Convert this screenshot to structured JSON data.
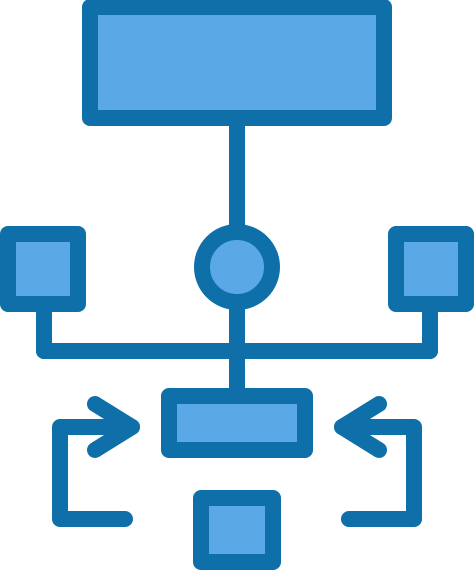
{
  "icon": {
    "name": "workflow-diagram-icon",
    "colors": {
      "stroke": "#0E6FA9",
      "fill": "#5AA9E6",
      "background": "#FFFFFF"
    },
    "parts": [
      "top-box",
      "center-node",
      "left-box",
      "right-box",
      "middle-bar",
      "bottom-box",
      "left-arrow",
      "right-arrow"
    ]
  }
}
